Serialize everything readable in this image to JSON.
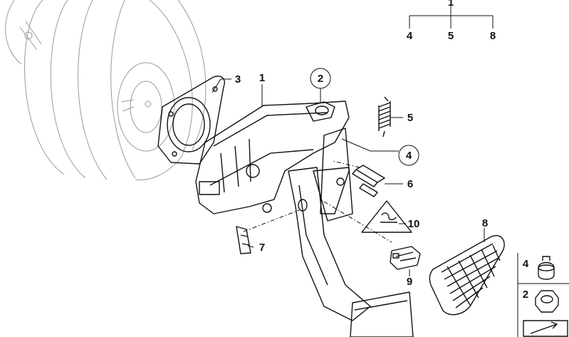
{
  "callouts": {
    "top": "1",
    "top_children": [
      "4",
      "5",
      "8"
    ],
    "c1": "1",
    "c2": "2",
    "c3": "3",
    "c4": "4",
    "c5": "5",
    "c6": "6",
    "c7": "7",
    "c8": "8",
    "c9": "9",
    "c10": "10",
    "inset_a": "4",
    "inset_b": "2"
  },
  "icons": {
    "brake_booster": "brake-booster-drawing",
    "pedal_assembly": "brake-pedal-assembly-drawing",
    "pedal_pad": "pedal-pad-drawing",
    "warning_label": "warning-label-drawing",
    "switch": "brake-light-switch-drawing",
    "spring": "return-spring-drawing",
    "pin": "pedal-pin-drawing",
    "clip": "clip-drawing",
    "rubber_buffer": "rubber-buffer-drawing",
    "hex_nut": "hex-nut-drawing",
    "arrow_box": "arrow-box-icon"
  },
  "colors": {
    "ink": "#111111",
    "background": "#ffffff",
    "faint": "#9a9a9a"
  }
}
